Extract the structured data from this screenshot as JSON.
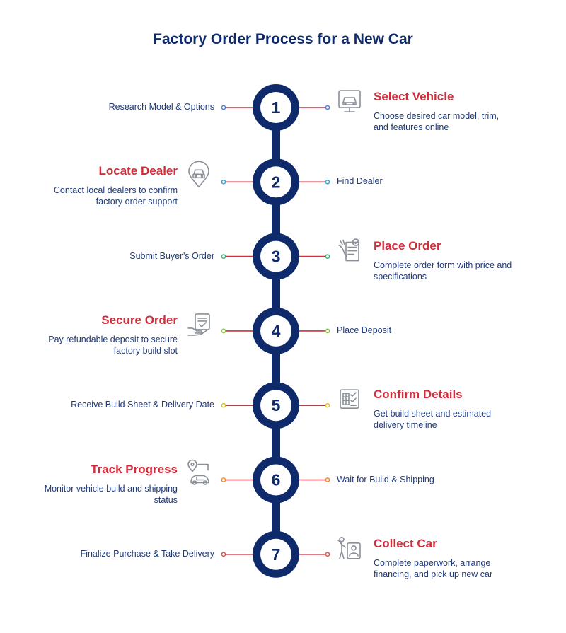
{
  "title": "Factory Order Process for a New Car",
  "colors": {
    "navy": "#0e2a6b",
    "accent_red": "#d12d3a",
    "icon_gray": "#8a8f98"
  },
  "steps": [
    {
      "number": "1",
      "side_label": "Research Model & Options",
      "heading": "Select Vehicle",
      "desc_lines": [
        "Choose desired car model, trim,",
        "and features online"
      ],
      "icon": "car-monitor-icon",
      "dot_color": "#4a7fd8"
    },
    {
      "number": "2",
      "side_label": "Find Dealer",
      "heading": "Locate Dealer",
      "desc_lines": [
        "Contact local dealers to confirm",
        "factory order support"
      ],
      "icon": "car-location-pin-icon",
      "dot_color": "#2aa6df"
    },
    {
      "number": "3",
      "side_label": "Submit Buyer’s Order",
      "heading": "Place Order",
      "desc_lines": [
        "Complete order form with price and",
        "specifications"
      ],
      "icon": "order-form-hand-icon",
      "dot_color": "#3ab27a"
    },
    {
      "number": "4",
      "side_label": "Place Deposit",
      "heading": "Secure Order",
      "desc_lines": [
        "Pay refundable deposit to secure",
        "factory build slot"
      ],
      "icon": "deposit-receipt-hand-icon",
      "dot_color": "#8cc43f"
    },
    {
      "number": "5",
      "side_label": "Receive Build Sheet & Delivery Date",
      "heading": "Confirm Details",
      "desc_lines": [
        "Get build sheet and estimated",
        "delivery timeline"
      ],
      "icon": "build-sheet-checklist-icon",
      "dot_color": "#e0c21a"
    },
    {
      "number": "6",
      "side_label": "Wait for Build & Shipping",
      "heading": "Track Progress",
      "desc_lines": [
        "Monitor vehicle build and shipping",
        "status"
      ],
      "icon": "car-tracking-route-icon",
      "dot_color": "#f08a2c"
    },
    {
      "number": "7",
      "side_label": "Finalize Purchase & Take Delivery",
      "heading": "Collect Car",
      "desc_lines": [
        "Complete paperwork, arrange",
        "financing, and pick up new car"
      ],
      "icon": "person-collect-car-icon",
      "dot_color": "#e5534b"
    }
  ]
}
